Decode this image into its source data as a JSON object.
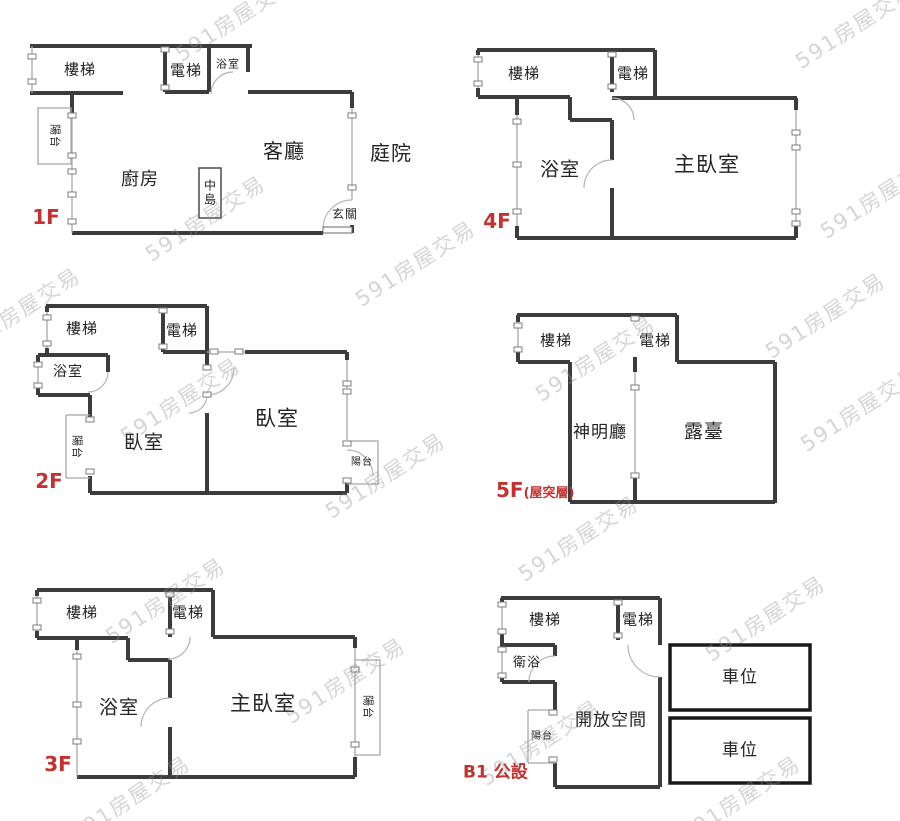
{
  "watermark": {
    "text": "591房屋交易"
  },
  "colors": {
    "floor_label_red": "#c43131",
    "wall_dark": "#3c3c3c",
    "wall_thin": "#a8a8a8",
    "watermark_gray": "#c9c9c9",
    "parking_border": "#1a1a1a"
  },
  "plans": {
    "f1": {
      "floor": "1F",
      "stairs": "樓梯",
      "elevator": "電梯",
      "bathroom": "浴室",
      "living_room": "客廳",
      "courtyard": "庭院",
      "kitchen": "廚房",
      "island": "中島",
      "entry": "玄關",
      "balcony": "陽台"
    },
    "f2": {
      "floor": "2F",
      "stairs": "樓梯",
      "elevator": "電梯",
      "bathroom": "浴室",
      "bedroom_left": "臥室",
      "bedroom_right": "臥室",
      "balcony_left": "陽台",
      "balcony_right": "陽台"
    },
    "f3": {
      "floor": "3F",
      "stairs": "樓梯",
      "elevator": "電梯",
      "bathroom": "浴室",
      "master_bedroom": "主臥室",
      "balcony": "陽台"
    },
    "f4": {
      "floor": "4F",
      "stairs": "樓梯",
      "elevator": "電梯",
      "bathroom": "浴室",
      "master_bedroom": "主臥室"
    },
    "f5": {
      "floor": "5F",
      "floor_note": "(屋突層)",
      "stairs": "樓梯",
      "elevator": "電梯",
      "shrine_room": "神明廳",
      "terrace": "露臺"
    },
    "b1": {
      "floor": "B1 公設",
      "stairs": "樓梯",
      "elevator": "電梯",
      "bathroom": "衛浴",
      "open_space": "開放空間",
      "balcony": "陽台",
      "parking_1": "車位",
      "parking_2": "車位"
    }
  }
}
